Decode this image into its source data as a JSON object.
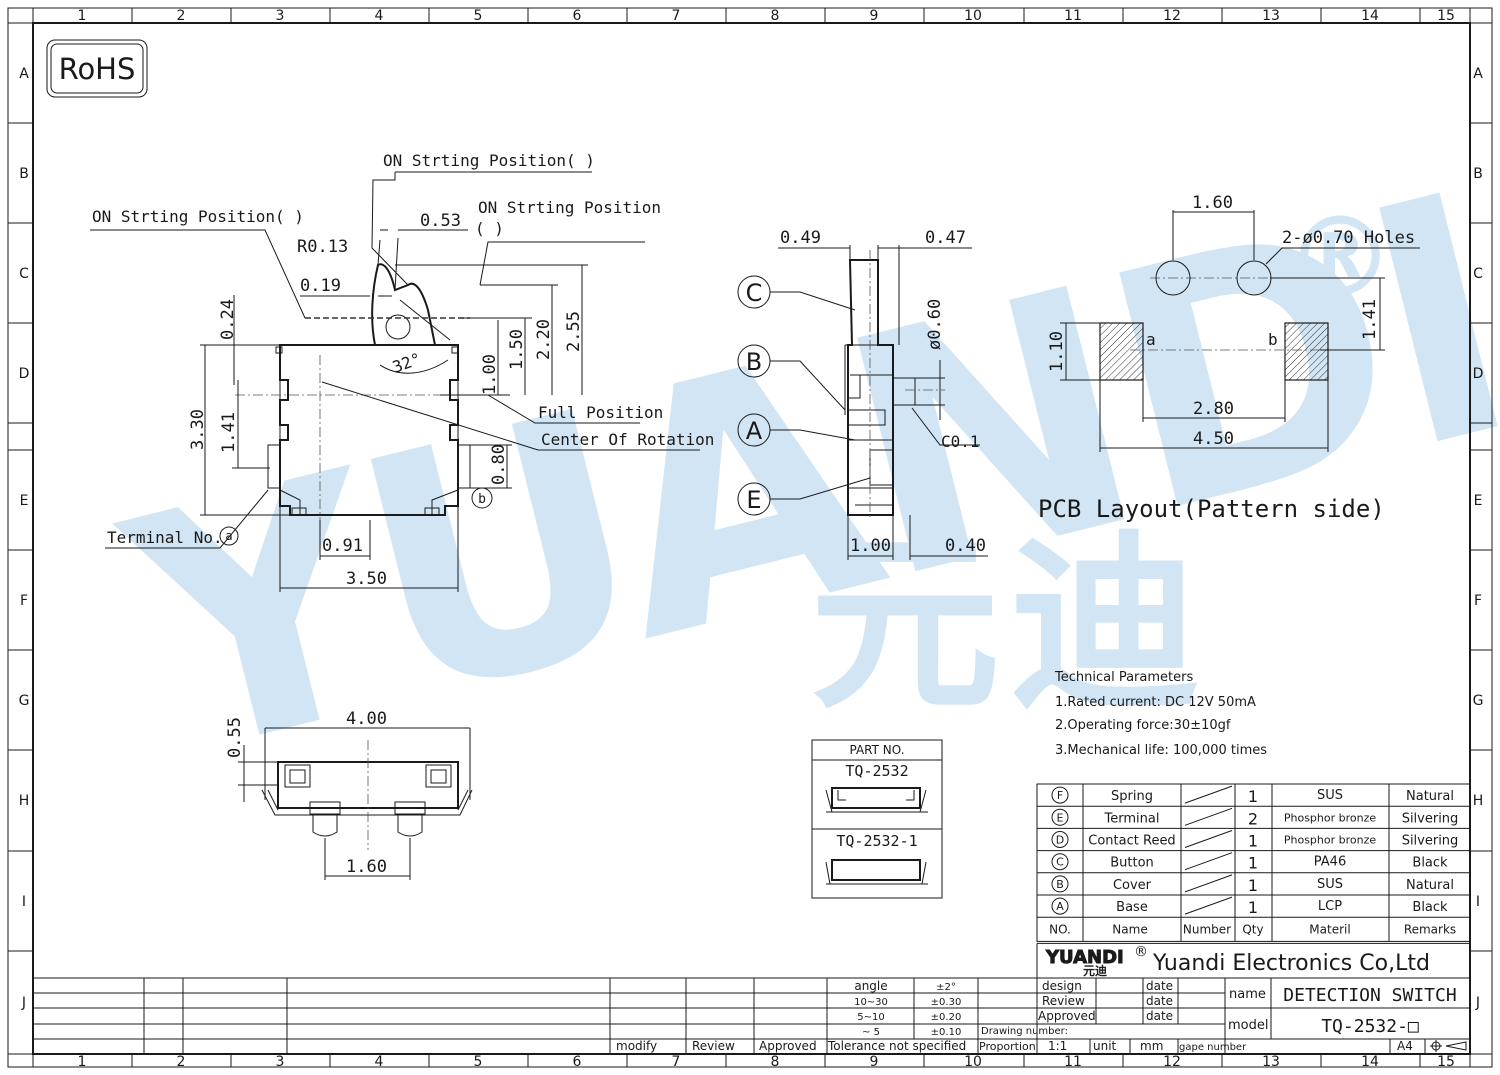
{
  "title_block": {
    "company": "Yuandi Electronics Co,Ltd",
    "brand": "YUANDI",
    "brand_cn": "元迪",
    "registered": "®",
    "name_label": "name",
    "name_value": "DETECTION SWITCH",
    "model_label": "model",
    "model_value": "TQ-2532-□",
    "design": "design",
    "review": "Review",
    "approved": "Approved",
    "date": "date",
    "drawing_number": "Drawing number:",
    "proportion": "Proportion",
    "proportion_value": "1:1",
    "unit_label": "unit",
    "unit_value": "mm",
    "gape_number": "gape number",
    "paper": "A4",
    "modify": "modify",
    "review_bottom": "Review",
    "approved_bottom": "Approved",
    "tolerance": "Tolerance not specified",
    "tol_rows": [
      {
        "k": "angle",
        "v": "±2°"
      },
      {
        "k": "10~30",
        "v": "±0.30"
      },
      {
        "k": "5~10",
        "v": "±0.20"
      },
      {
        "k": "~ 5",
        "v": "±0.10"
      }
    ]
  },
  "rohs": "RoHS",
  "grid": {
    "cols": [
      "1",
      "2",
      "3",
      "4",
      "5",
      "6",
      "7",
      "8",
      "9",
      "10",
      "11",
      "12",
      "13",
      "14",
      "15"
    ],
    "rows": [
      "A",
      "B",
      "C",
      "D",
      "E",
      "F",
      "G",
      "H",
      "I",
      "J"
    ]
  },
  "front_view": {
    "on_pos_1": "ON Strting Position(      )",
    "on_pos_2": "ON Strting Position(      )",
    "on_pos_3a": "ON Strting Position",
    "on_pos_3b": "(      )",
    "r013": "R0.13",
    "d053": "0.53",
    "d019": "0.19",
    "d024": "0.24",
    "d330": "3.30",
    "d141": "1.41",
    "d100": "1.00",
    "d150": "1.50",
    "d220": "2.20",
    "d255": "2.55",
    "angle": "32°",
    "full_position": "Full Position",
    "center_rotation": "Center Of Rotation",
    "d080": "0.80",
    "term_b": "b",
    "terminal_no": "Terminal No.",
    "term_a": "a",
    "d091": "0.91",
    "d350": "3.50"
  },
  "side_view": {
    "d049": "0.49",
    "d047": "0.47",
    "phi060": "ø0.60",
    "c01": "C0.1",
    "d100": "1.00",
    "d040": "0.40",
    "callouts": [
      "C",
      "B",
      "A",
      "E"
    ]
  },
  "pcb": {
    "d160": "1.60",
    "holes": "2-ø0.70 Holes",
    "d141": "1.41",
    "d110": "1.10",
    "pad_a": "a",
    "pad_b": "b",
    "d280": "2.80",
    "d450": "4.50",
    "title": "PCB Layout(Pattern side)"
  },
  "bottom_view": {
    "d055": "0.55",
    "d400": "4.00",
    "d160": "1.60"
  },
  "part_no": {
    "header": "PART NO.",
    "p1": "TQ-2532",
    "p2": "TQ-2532-1"
  },
  "tech": {
    "title": "Technical Parameters",
    "l1": "1.Rated current: DC 12V 50mA",
    "l2": "2.Operating force:30±10gf",
    "l3": "3.Mechanical life: 100,000 times"
  },
  "bom": {
    "rows": [
      {
        "no": "F",
        "name": "Spring",
        "qty": "1",
        "mat": "SUS",
        "rem": "Natural"
      },
      {
        "no": "E",
        "name": "Terminal",
        "qty": "2",
        "mat": "Phosphor bronze",
        "rem": "Silvering"
      },
      {
        "no": "D",
        "name": "Contact Reed",
        "qty": "1",
        "mat": "Phosphor bronze",
        "rem": "Silvering"
      },
      {
        "no": "C",
        "name": "Button",
        "qty": "1",
        "mat": "PA46",
        "rem": "Black"
      },
      {
        "no": "B",
        "name": "Cover",
        "qty": "1",
        "mat": "SUS",
        "rem": "Natural"
      },
      {
        "no": "A",
        "name": "Base",
        "qty": "1",
        "mat": "LCP",
        "rem": "Black"
      }
    ],
    "header": {
      "no": "NO.",
      "name": "Name",
      "number": "Number",
      "qty": "Qty",
      "mat": "Materil",
      "rem": "Remarks"
    }
  },
  "watermark": {
    "latin": "YUANDI",
    "cn": "元迪",
    "reg": "®"
  }
}
